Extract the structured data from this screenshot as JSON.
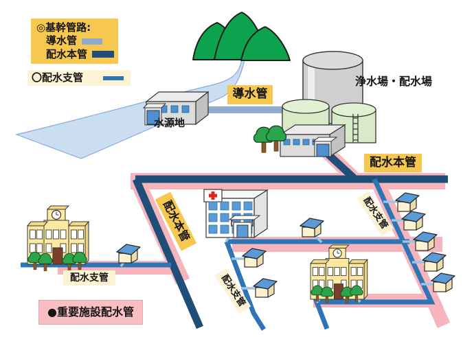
{
  "legend": {
    "trunk_heading": "◎基幹管路:",
    "items": [
      {
        "label": "導水管",
        "color": "#8FAACC"
      },
      {
        "label": "配水本管",
        "color": "#1F4E79"
      }
    ],
    "branch_label": "〇配水支管",
    "branch_color": "#2E75B6",
    "important_label": "●重要施設配水管",
    "important_bg": "#F9BFC5"
  },
  "map_labels": {
    "conduit": "導水管",
    "plant": "浄水場・配水場",
    "source": "水源地",
    "main1": "配水本管",
    "main2": "配水本管",
    "branch_right": "配水支管",
    "branch_left": "配水支管",
    "branch_center": "配水支管"
  },
  "colors": {
    "label_yellow": "#F7C84F",
    "label_cream": "#FCF3D4",
    "pipe_conduit": "#8FAACC",
    "pipe_main": "#1F4E79",
    "pipe_branch": "#2E75B6",
    "pipe_service": "#9DC3E6",
    "important_band": "#F6B5BC",
    "river": "#CBDDF1",
    "mountain_green": "#0CA24E",
    "roof_blue": "#5B9BD5",
    "house_wall": "#FDF2CF",
    "school_wall": "#FFE9A0"
  },
  "icons": {
    "mountains": "mountains-icon",
    "river": "river-icon",
    "purification_tank": "water-tank-icon",
    "reservoirs": "reservoir-tanks-icon",
    "source_building": "building-icon",
    "plant_building": "building-icon",
    "hospital": "hospital-icon",
    "school": "school-icon",
    "house": "house-icon",
    "tree": "tree-icon"
  }
}
